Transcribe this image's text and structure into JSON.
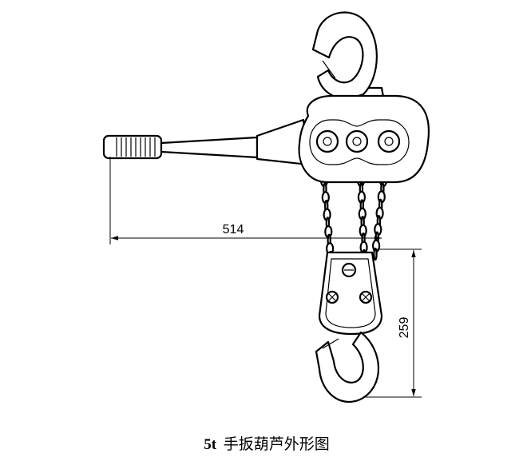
{
  "dimensions": {
    "overall_length": "514",
    "lower_height": "259"
  },
  "caption": {
    "prefix": "5t",
    "title": "手扳葫芦外形图"
  }
}
